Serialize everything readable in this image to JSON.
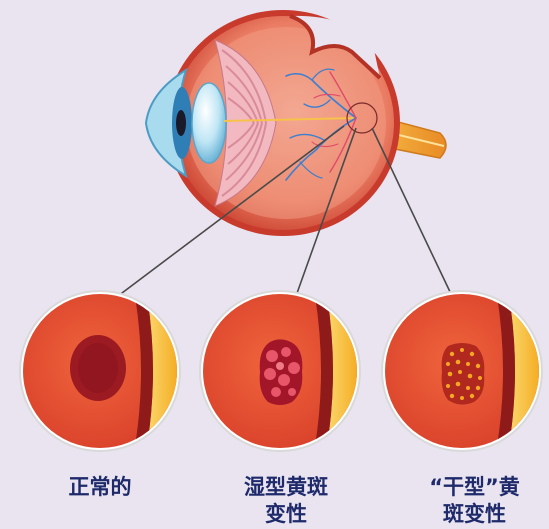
{
  "labels": {
    "normal": "正常的",
    "wet": [
      "湿型黄斑",
      "变性"
    ],
    "dry": [
      "“干型”黄",
      "斑变性"
    ]
  },
  "colors": {
    "background": "#e9e4f0",
    "label_text": "#1f2a6b",
    "retina": "#e2482c",
    "choroid": "#8e1a1a",
    "sclera": "#f4b528"
  }
}
